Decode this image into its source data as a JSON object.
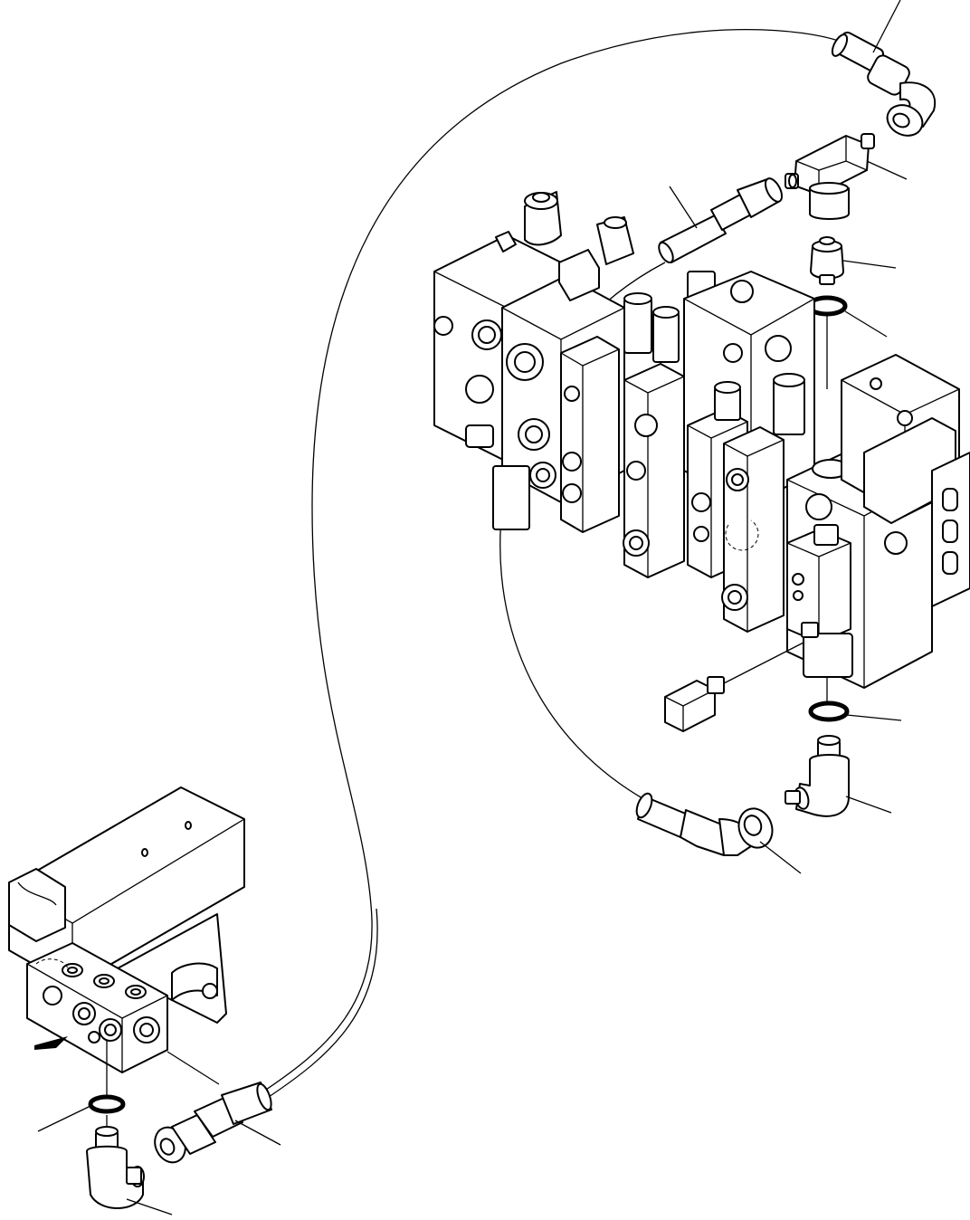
{
  "diagram": {
    "kind": "exploded-parts-illustration",
    "callout_leaders": 12,
    "callout_labels": [],
    "parts": [
      "control-valve-assembly",
      "mounting-bracket",
      "junction-block",
      "hydraulic-hose",
      "tee-fitting",
      "elbow-fitting",
      "straight-connector",
      "o-ring",
      "hose-swivel-end",
      "sensor-connector"
    ]
  }
}
